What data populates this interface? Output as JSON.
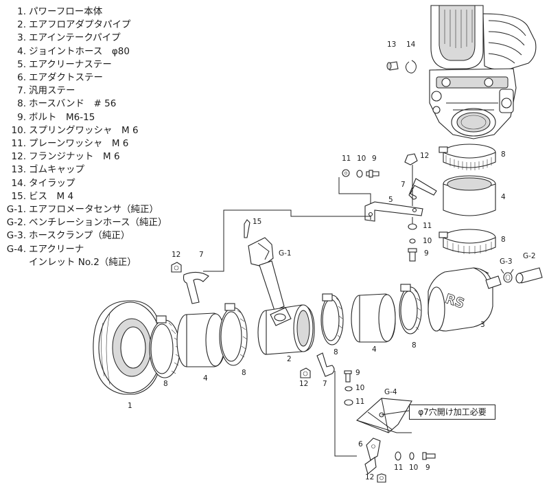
{
  "parts": [
    {
      "num": "1.",
      "name": "パワーフロー本体"
    },
    {
      "num": "2.",
      "name": "エアフロアダプタパイプ"
    },
    {
      "num": "3.",
      "name": "エアインテークパイプ"
    },
    {
      "num": "4.",
      "name": "ジョイントホース　φ80"
    },
    {
      "num": "5.",
      "name": "エアクリーナステー"
    },
    {
      "num": "6.",
      "name": "エアダクトステー"
    },
    {
      "num": "7.",
      "name": "汎用ステー"
    },
    {
      "num": "8.",
      "name": "ホースバンド　# 56"
    },
    {
      "num": "9.",
      "name": "ボルト　M6-15"
    },
    {
      "num": "10.",
      "name": "スプリングワッシャ　M 6"
    },
    {
      "num": "11.",
      "name": "プレーンワッシャ　M 6"
    },
    {
      "num": "12.",
      "name": "フランジナット　M 6"
    },
    {
      "num": "13.",
      "name": "ゴムキャップ"
    },
    {
      "num": "14.",
      "name": "タイラップ"
    },
    {
      "num": "15.",
      "name": "ビス　M 4"
    },
    {
      "num": "G-1.",
      "name": "エアフロメータセンサ（純正）"
    },
    {
      "num": "G-2.",
      "name": "ベンチレーションホース（純正）"
    },
    {
      "num": "G-3.",
      "name": "ホースクランプ（純正）"
    },
    {
      "num": "G-4.",
      "name": "エアクリーナ",
      "name2": "インレット No.2（純正）"
    }
  ],
  "callouts": {
    "c13": "13",
    "c14": "14",
    "c8a": "8",
    "c8b": "8",
    "c8c": "8",
    "c8d": "8",
    "c8e": "8",
    "c12a": "12",
    "c12b": "12",
    "c12c": "12",
    "c12d": "12",
    "c11a": "11",
    "c11b": "11",
    "c11c": "11",
    "c11d": "11",
    "c10a": "10",
    "c10b": "10",
    "c10c": "10",
    "c10d": "10",
    "c9a": "9",
    "c9b": "9",
    "c9c": "9",
    "c9d": "9",
    "c7a": "7",
    "c7b": "7",
    "c7c": "7",
    "c5": "5",
    "c4a": "4",
    "c4b": "4",
    "c4c": "4",
    "c15": "15",
    "cG1": "G-1",
    "cG2": "G-2",
    "cG3": "G-3",
    "cG4": "G-4",
    "c3": "3",
    "c2": "2",
    "c1": "1",
    "c6": "6"
  },
  "rs_logo": "RS",
  "note": "φ7穴開け加工必要"
}
